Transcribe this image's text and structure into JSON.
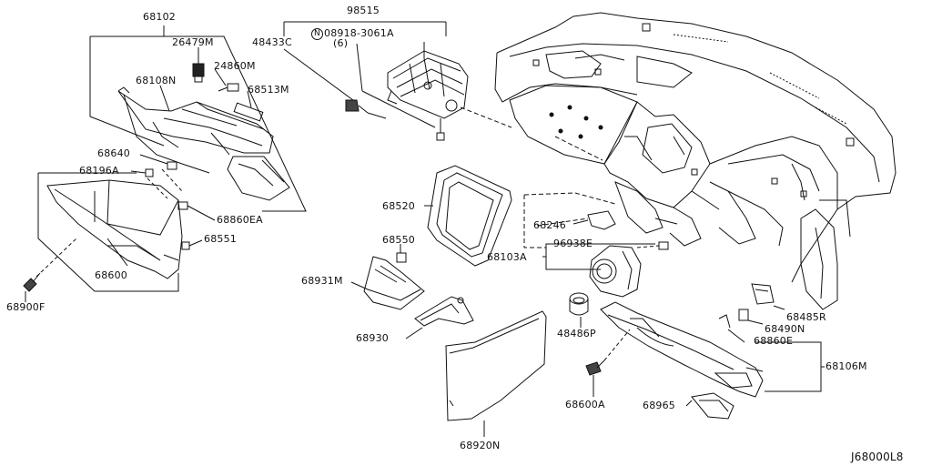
{
  "diagram_id": "J68000L8",
  "parts": {
    "p68102": "68102",
    "p26479M": "26479M",
    "p24860M": "24860M",
    "p68108N": "68108N",
    "p68513M": "68513M",
    "p68640": "68640",
    "p68196A": "68196A",
    "p68860EA": "68860EA",
    "p68551": "68551",
    "p68600": "68600",
    "p68900F": "68900F",
    "p98515": "98515",
    "p48433C": "48433C",
    "p08918": "08918-3061A",
    "p08918_qty": "(6)",
    "p08918_prefix": "N",
    "p68520": "68520",
    "p68550": "68550",
    "p68931M": "68931M",
    "p68930": "68930",
    "p68920N": "68920N",
    "p68246": "68246",
    "p96938E": "96938E",
    "p68103A": "68103A",
    "p48486P": "48486P",
    "p68600A": "68600A",
    "p68965": "68965",
    "p68860E": "68860E",
    "p68106M": "68106M",
    "p68485R": "68485R",
    "p68490N": "68490N"
  }
}
